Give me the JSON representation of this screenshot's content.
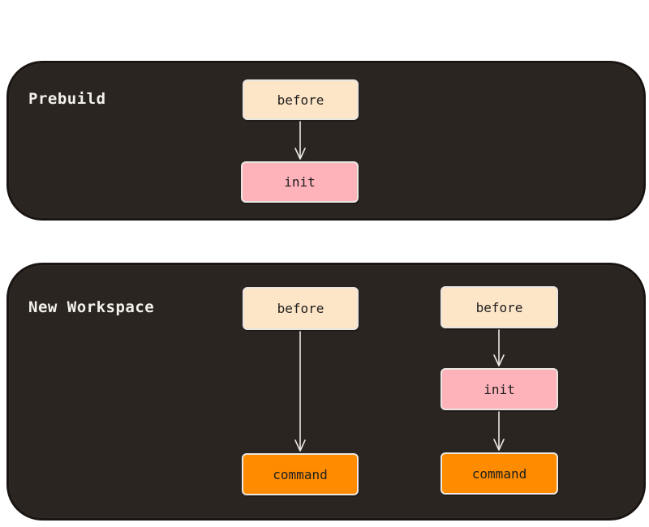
{
  "panels": {
    "prebuild": {
      "title": "Prebuild",
      "nodes": {
        "before": "before",
        "init": "init"
      }
    },
    "new_workspace": {
      "title": "New Workspace",
      "left_flow": {
        "before": "before",
        "command": "command"
      },
      "right_flow": {
        "before": "before",
        "init": "init",
        "command": "command"
      }
    }
  },
  "colors": {
    "panel_background": "#2b2522",
    "before_fill": "#fde5c7",
    "init_fill": "#feb2ba",
    "command_fill": "#ff8c00",
    "stroke": "#ece8e2"
  }
}
